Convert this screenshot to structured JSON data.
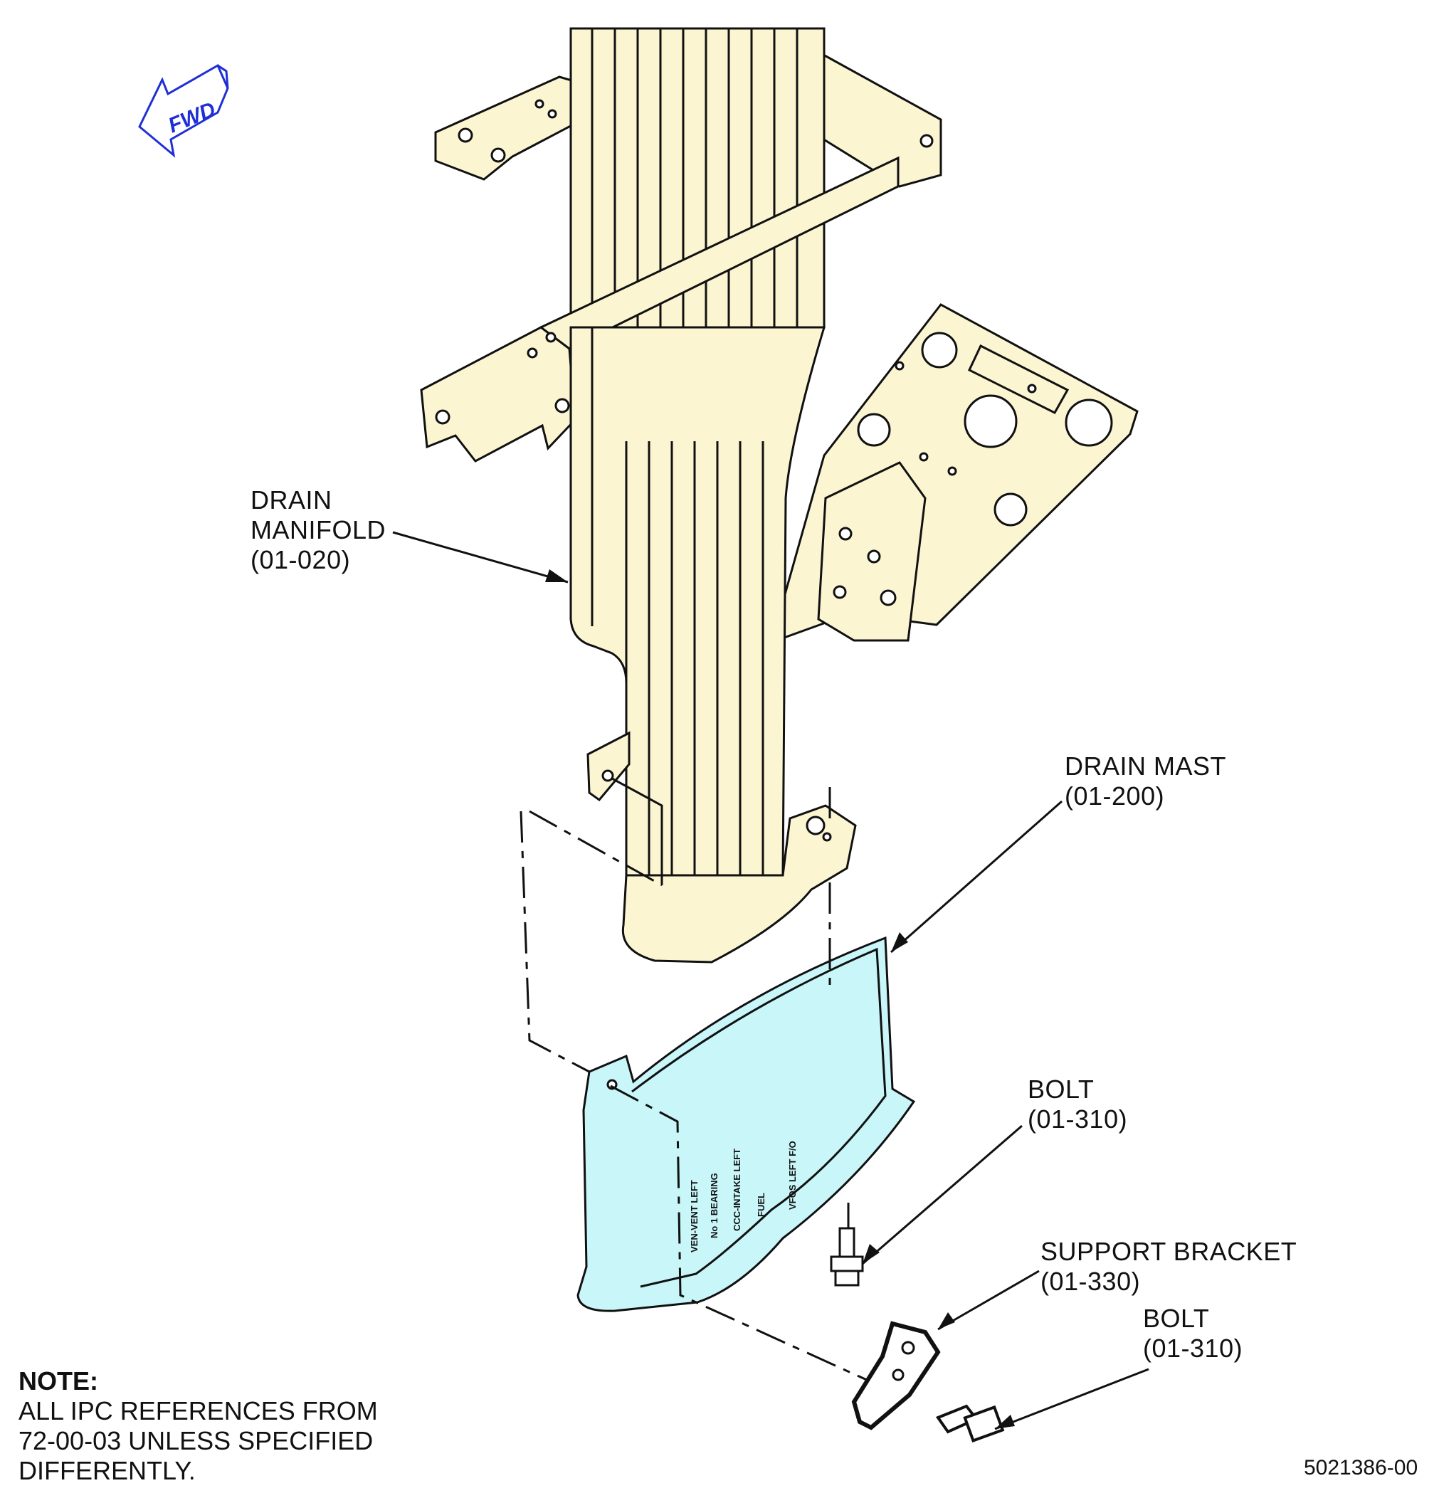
{
  "fwd_indicator": {
    "label": "FWD"
  },
  "callouts": {
    "drain_manifold": {
      "lines": [
        "DRAIN",
        "MANIFOLD",
        "(01-020)"
      ]
    },
    "drain_mast": {
      "lines": [
        "DRAIN MAST",
        "(01-200)"
      ]
    },
    "bolt_upper": {
      "lines": [
        "BOLT",
        "(01-310)"
      ]
    },
    "support_bracket": {
      "lines": [
        "SUPPORT BRACKET",
        "(01-330)"
      ]
    },
    "bolt_lower": {
      "lines": [
        "BOLT",
        "(01-310)"
      ]
    }
  },
  "note": {
    "heading": "NOTE:",
    "lines": [
      "ALL IPC REFERENCES FROM",
      "72-00-03 UNLESS SPECIFIED",
      "DIFFERENTLY."
    ]
  },
  "mast_markings": [
    "VEN-VENT LEFT",
    "No 1 BEARING",
    "CCC-INTAKE LEFT",
    "FUEL",
    "VFOS LEFT F/O"
  ],
  "document_number": "5021386-00",
  "colors": {
    "manifold_fill": "#fbf5d2",
    "mast_fill": "#c8f6f9",
    "fwd_arrow": "#1f2fd6",
    "line": "#111111"
  }
}
